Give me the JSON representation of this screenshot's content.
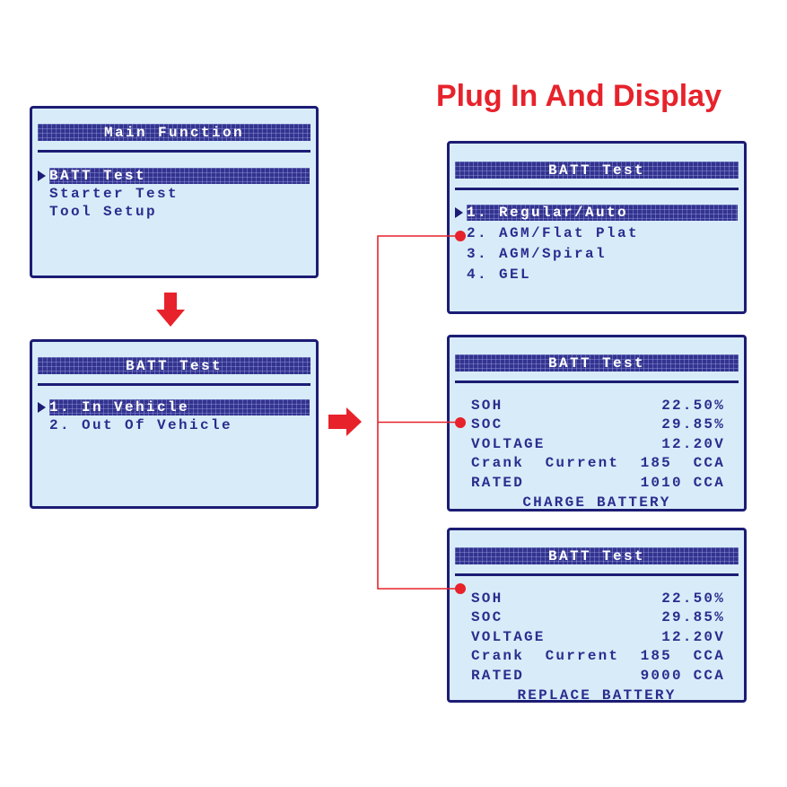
{
  "heading": {
    "text": "Plug In And Display"
  },
  "colors": {
    "accent_red": "#e7222b",
    "lcd_background": "#d7ecf8",
    "navy_bar": "#33338f",
    "navy_border": "#1c1c74",
    "navy_text": "#2c2c8e",
    "highlight_text": "#ffffff",
    "page_background": "#ffffff"
  },
  "icons": {
    "cursor": "right-triangle (css shape)",
    "down_arrow": "svg block arrow down",
    "right_arrow": "svg block arrow right",
    "connector_dot": "svg filled circle"
  },
  "screens": {
    "main_function": {
      "title": "Main Function",
      "items": [
        {
          "label": "BATT Test",
          "selected": true
        },
        {
          "label": "Starter Test",
          "selected": false
        },
        {
          "label": "Tool Setup",
          "selected": false
        }
      ]
    },
    "test_mode": {
      "title": "BATT Test",
      "items": [
        {
          "label": "1. In Vehicle",
          "selected": true
        },
        {
          "label": "2. Out Of Vehicle",
          "selected": false
        }
      ]
    },
    "battery_type": {
      "title": "BATT Test",
      "items": [
        {
          "label": "1. Regular/Auto",
          "selected": true
        },
        {
          "label": "2. AGM/Flat Plat",
          "selected": false
        },
        {
          "label": "3. AGM/Spiral",
          "selected": false
        },
        {
          "label": "4. GEL",
          "selected": false
        }
      ]
    },
    "result_charge": {
      "title": "BATT Test",
      "rows": [
        {
          "label": "SOH",
          "value": "22.50%"
        },
        {
          "label": "SOC",
          "value": "29.85%"
        },
        {
          "label": "VOLTAGE",
          "value": "12.20V"
        },
        {
          "label": "Crank  Current",
          "value": "185  CCA"
        },
        {
          "label": "RATED",
          "value": "1010 CCA"
        }
      ],
      "verdict": "CHARGE BATTERY"
    },
    "result_replace": {
      "title": "BATT Test",
      "rows": [
        {
          "label": "SOH",
          "value": "22.50%"
        },
        {
          "label": "SOC",
          "value": "29.85%"
        },
        {
          "label": "VOLTAGE",
          "value": "12.20V"
        },
        {
          "label": "Crank  Current",
          "value": "185  CCA"
        },
        {
          "label": "RATED",
          "value": "9000 CCA"
        }
      ],
      "verdict": "REPLACE BATTERY"
    }
  }
}
